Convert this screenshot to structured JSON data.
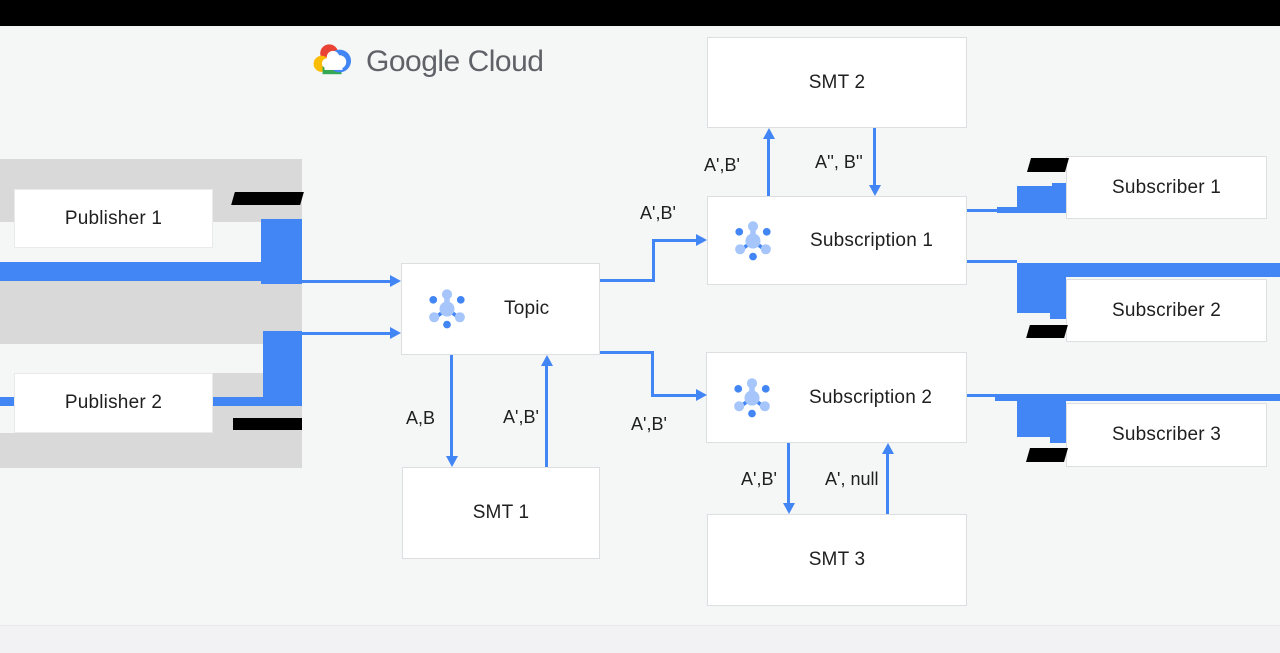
{
  "logo": {
    "label": "Google Cloud"
  },
  "nodes": {
    "publisher1": {
      "label": "Publisher 1"
    },
    "publisher2": {
      "label": "Publisher 2"
    },
    "topic": {
      "label": "Topic"
    },
    "smt1": {
      "label": "SMT 1"
    },
    "smt2": {
      "label": "SMT 2"
    },
    "smt3": {
      "label": "SMT 3"
    },
    "subscription1": {
      "label": "Subscription 1"
    },
    "subscription2": {
      "label": "Subscription 2"
    },
    "subscriber1": {
      "label": "Subscriber 1"
    },
    "subscriber2": {
      "label": "Subscriber 2"
    },
    "subscriber3": {
      "label": "Subscriber 3"
    }
  },
  "edges": {
    "topic_to_subscription1": "A',B'",
    "topic_down_to_smt1": "A,B",
    "smt1_up_to_topic": "A',B'",
    "topic_to_subscription2": "A',B'",
    "subscription1_up_to_smt2": "A',B'",
    "smt2_down_to_subscription1": "A'', B''",
    "subscription2_down_to_smt3": "A',B'",
    "smt3_up_to_subscription2": "A', null"
  },
  "colors": {
    "arrow_blue": "#4285f4",
    "icon_light_blue": "#a6c5fa",
    "icon_dark_blue": "#4285f4",
    "band_gray": "#d9d9d9",
    "redaction_black": "#000000",
    "background": "#f5f6f6",
    "box_white": "#ffffff",
    "box_border": "#dcdee1",
    "logo_text_gray": "#5f6368",
    "top_bar_black": "#000000"
  }
}
